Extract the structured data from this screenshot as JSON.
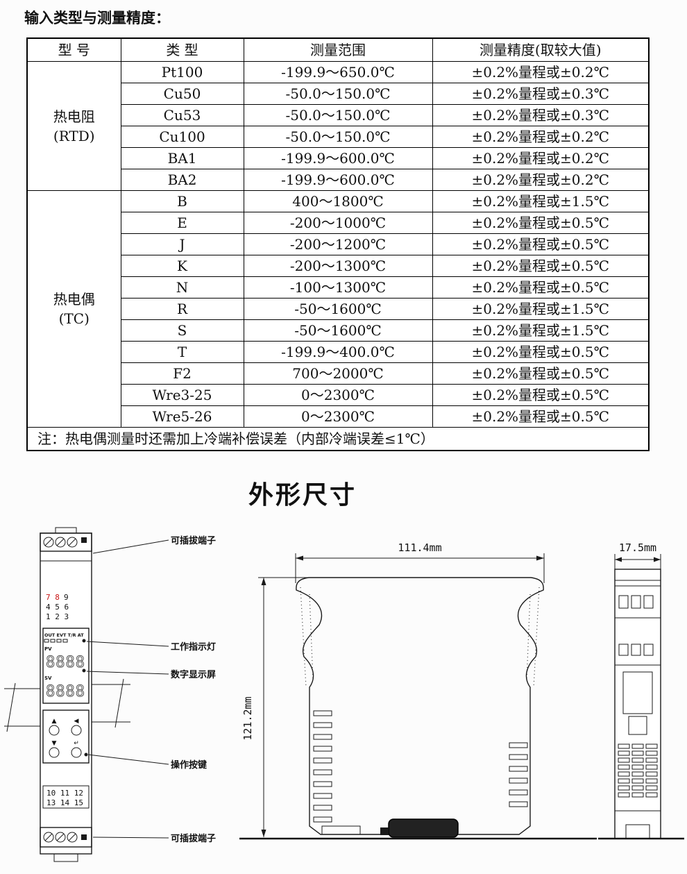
{
  "header": {
    "title": "输入类型与测量精度："
  },
  "table": {
    "columns": [
      "型  号",
      "类  型",
      "测量范围",
      "测量精度(取较大值)"
    ],
    "groups": [
      {
        "model": "热电阻",
        "model_sub": "(RTD)",
        "rows": [
          {
            "type": "Pt100",
            "range": "-199.9～650.0℃",
            "accuracy": "±0.2%量程或±0.2℃"
          },
          {
            "type": "Cu50",
            "range": "-50.0～150.0℃",
            "accuracy": "±0.2%量程或±0.3℃"
          },
          {
            "type": "Cu53",
            "range": "-50.0～150.0℃",
            "accuracy": "±0.2%量程或±0.3℃"
          },
          {
            "type": "Cu100",
            "range": "-50.0～150.0℃",
            "accuracy": "±0.2%量程或±0.2℃"
          },
          {
            "type": "BA1",
            "range": "-199.9～600.0℃",
            "accuracy": "±0.2%量程或±0.2℃"
          },
          {
            "type": "BA2",
            "range": "-199.9～600.0℃",
            "accuracy": "±0.2%量程或±0.2℃"
          }
        ]
      },
      {
        "model": "热电偶",
        "model_sub": "(TC)",
        "rows": [
          {
            "type": "B",
            "range": "400～1800℃",
            "accuracy": "±0.2%量程或±1.5℃"
          },
          {
            "type": "E",
            "range": "-200～1000℃",
            "accuracy": "±0.2%量程或±0.5℃"
          },
          {
            "type": "J",
            "range": "-200～1200℃",
            "accuracy": "±0.2%量程或±0.5℃"
          },
          {
            "type": "K",
            "range": "-200～1300℃",
            "accuracy": "±0.2%量程或±0.5℃"
          },
          {
            "type": "N",
            "range": "-100～1300℃",
            "accuracy": "±0.2%量程或±0.5℃"
          },
          {
            "type": "R",
            "range": "-50～1600℃",
            "accuracy": "±0.2%量程或±1.5℃"
          },
          {
            "type": "S",
            "range": "-50～1600℃",
            "accuracy": "±0.2%量程或±1.5℃"
          },
          {
            "type": "T",
            "range": "-199.9～400.0℃",
            "accuracy": "±0.2%量程或±0.5℃"
          },
          {
            "type": "F2",
            "range": "700～2000℃",
            "accuracy": "±0.2%量程或±0.5℃"
          },
          {
            "type": "Wre3-25",
            "range": "0～2300℃",
            "accuracy": "±0.2%量程或±0.5℃"
          },
          {
            "type": "Wre5-26",
            "range": "0～2300℃",
            "accuracy": "±0.2%量程或±0.5℃"
          }
        ]
      }
    ],
    "note": "注：热电偶测量时还需加上冷端补偿误差（内部冷端误差≤1℃）"
  },
  "section": {
    "title": "外形尺寸"
  },
  "drawing": {
    "callouts": {
      "terminal_top": "可插拔端子",
      "indicator": "工作指示灯",
      "display": "数字显示屏",
      "buttons": "操作按键",
      "terminal_bottom": "可插拔端子"
    },
    "dimensions": {
      "width": "111.4mm",
      "height": "121.2mm",
      "depth": "17.5mm"
    },
    "front_panel": {
      "status_row": "OUT EVT T/R AT",
      "pv_label": "PV",
      "sv_label": "SV",
      "pv_value": "8888",
      "sv_value": "8888",
      "top_terms_red": "7 8",
      "top_terms_black": "9",
      "top_terms_line2": "4 5 6",
      "top_terms_line3": "1 2 3",
      "bottom_terms_line1": "10 11 12",
      "bottom_terms_line2": "13 14 15",
      "btn_up": "▲",
      "btn_left": "◀",
      "btn_down": "▼",
      "btn_enter": "↵"
    }
  }
}
